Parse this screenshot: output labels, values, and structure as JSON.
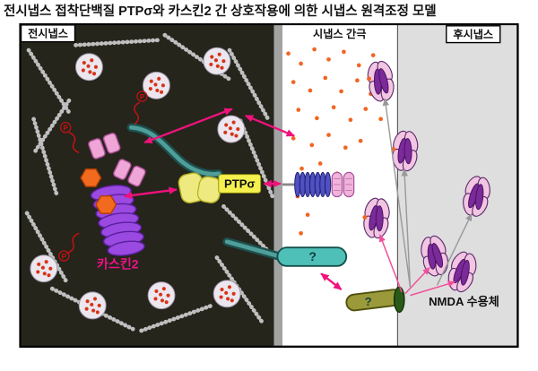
{
  "title": "전시냅스 접착단백질 PTPσ와 카스킨2 간 상호작용에 의한 시냅스 원격조정 모델",
  "regions": {
    "presynapse": "전시냅스",
    "cleft": "시냅스 간극",
    "postsynapse": "후시냅스"
  },
  "molecules": {
    "caskin2": "카스킨2",
    "ptpsigma": "PTPσ",
    "nmda_receptor": "NMDA 수용체",
    "unknown_teal": "?",
    "unknown_olive": "?",
    "phosphorylation": "P"
  },
  "colors": {
    "presynapse_bg": "#25251c",
    "postsynapse_bg": "#dedede",
    "membrane_gray": "#a3a3a3",
    "accent_magenta": "#ef127c",
    "caskin2_purple": "#9a4ae0",
    "ptpsigma_yellow": "#f2ee7c",
    "vesicle_dot_red": "#d63315",
    "neurotransmitter_orange": "#f26522",
    "teal_band": "#1e4f4e",
    "nmda_pink": "#f2c6e2",
    "nmda_purple": "#7a2a99"
  }
}
